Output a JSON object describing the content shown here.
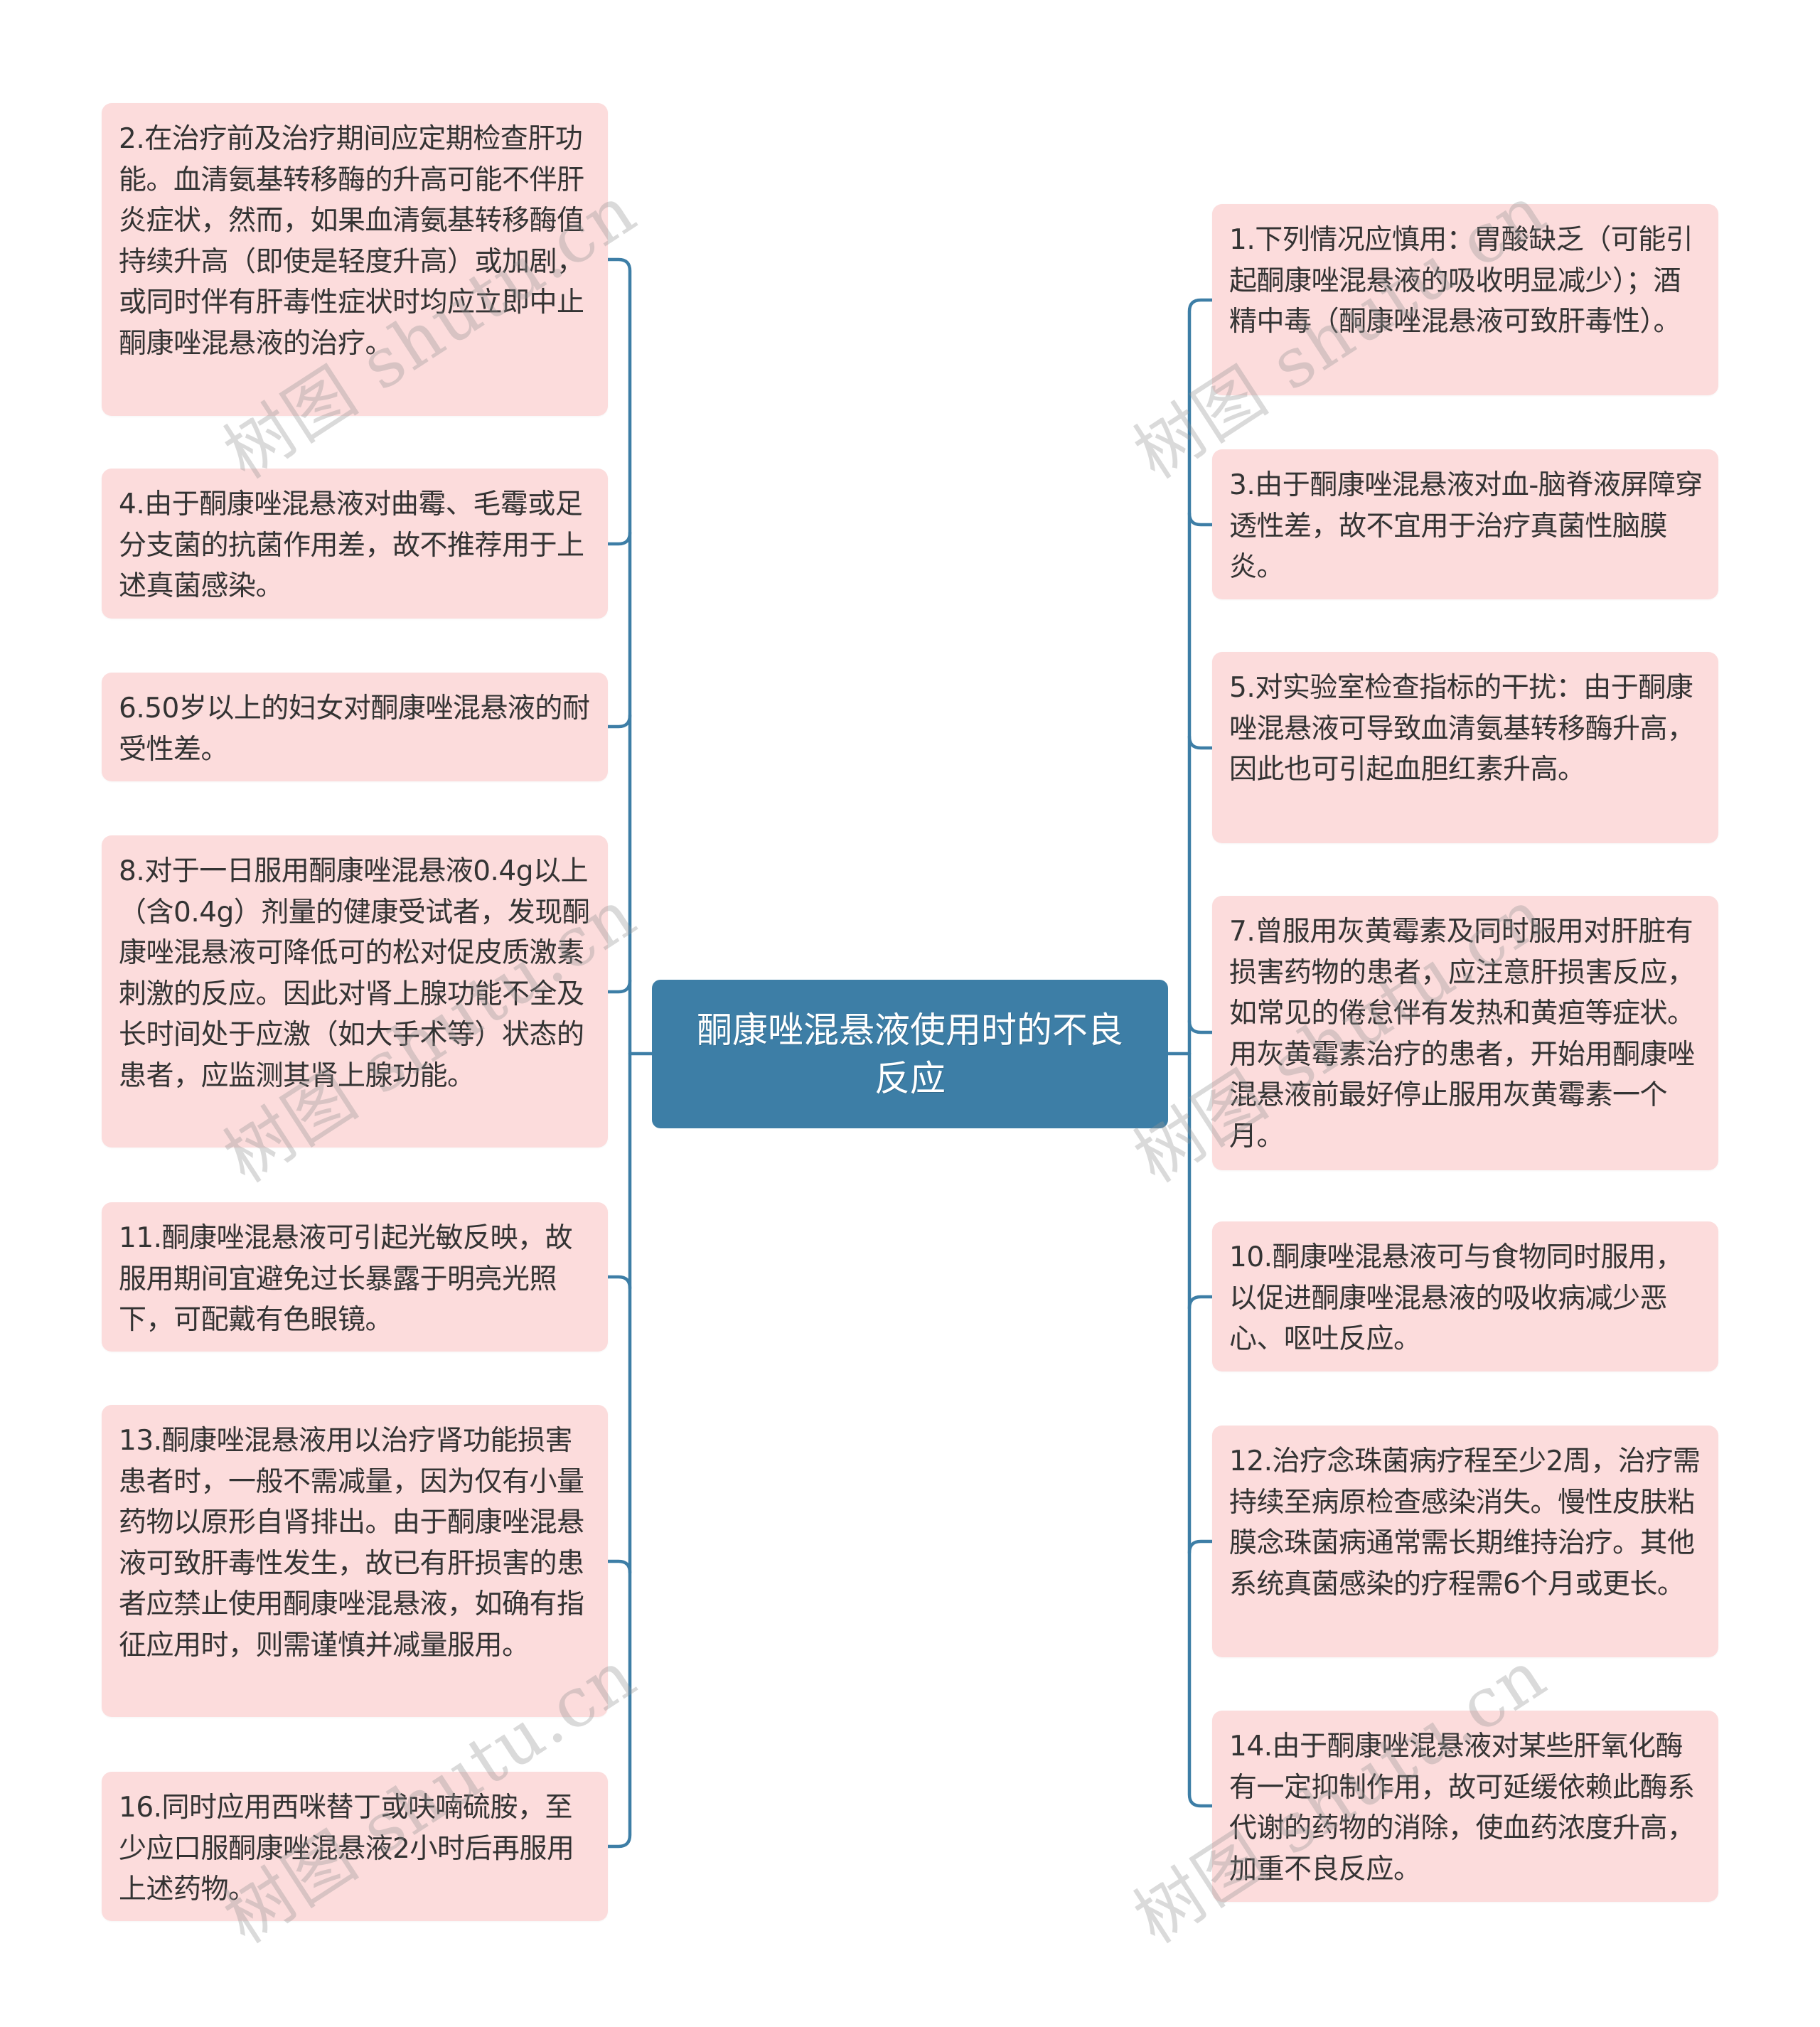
{
  "mindmap": {
    "root": {
      "label": "酮康唑混悬液使用时的不良反应",
      "color": "#3d7ea6",
      "text_color": "#ffffff"
    },
    "branch_color": "#3d7ea6",
    "node_color": "#fcdcdc",
    "left_nodes": [
      {
        "id": "2",
        "text": "2.在治疗前及治疗期间应定期检查肝功能。血清氨基转移酶的升高可能不伴肝炎症状，然而，如果血清氨基转移酶值持续升高（即使是轻度升高）或加剧，或同时伴有肝毒性症状时均应立即中止酮康唑混悬液的治疗。"
      },
      {
        "id": "4",
        "text": "4.由于酮康唑混悬液对曲霉、毛霉或足分支菌的抗菌作用差，故不推荐用于上述真菌感染。"
      },
      {
        "id": "6",
        "text": "6.50岁以上的妇女对酮康唑混悬液的耐受性差。"
      },
      {
        "id": "8",
        "text": "8.对于一日服用酮康唑混悬液0.4g以上（含0.4g）剂量的健康受试者，发现酮康唑混悬液可降低可的松对促皮质激素刺激的反应。因此对肾上腺功能不全及长时间处于应激（如大手术等）状态的患者，应监测其肾上腺功能。"
      },
      {
        "id": "11",
        "text": "11.酮康唑混悬液可引起光敏反映，故服用期间宜避免过长暴露于明亮光照下，可配戴有色眼镜。"
      },
      {
        "id": "13",
        "text": "13.酮康唑混悬液用以治疗肾功能损害患者时，一般不需减量，因为仅有小量药物以原形自肾排出。由于酮康唑混悬液可致肝毒性发生，故已有肝损害的患者应禁止使用酮康唑混悬液，如确有指征应用时，则需谨慎并减量服用。"
      },
      {
        "id": "16",
        "text": "16.同时应用西咪替丁或呋喃硫胺，至少应口服酮康唑混悬液2小时后再服用上述药物。"
      }
    ],
    "right_nodes": [
      {
        "id": "1",
        "text": "1.下列情况应慎用：胃酸缺乏（可能引起酮康唑混悬液的吸收明显减少）；酒精中毒（酮康唑混悬液可致肝毒性）。"
      },
      {
        "id": "3",
        "text": "3.由于酮康唑混悬液对血-脑脊液屏障穿透性差，故不宜用于治疗真菌性脑膜炎。"
      },
      {
        "id": "5",
        "text": "5.对实验室检查指标的干扰：由于酮康唑混悬液可导致血清氨基转移酶升高，因此也可引起血胆红素升高。"
      },
      {
        "id": "7",
        "text": "7.曾服用灰黄霉素及同时服用对肝脏有损害药物的患者，应注意肝损害反应，如常见的倦怠伴有发热和黄疸等症状。用灰黄霉素治疗的患者，开始用酮康唑混悬液前最好停止服用灰黄霉素一个月。"
      },
      {
        "id": "10",
        "text": "10.酮康唑混悬液可与食物同时服用，以促进酮康唑混悬液的吸收病减少恶心、呕吐反应。"
      },
      {
        "id": "12",
        "text": "12.治疗念珠菌病疗程至少2周，治疗需持续至病原检查感染消失。慢性皮肤粘膜念珠菌病通常需长期维持治疗。其他系统真菌感染的疗程需6个月或更长。"
      },
      {
        "id": "14",
        "text": "14.由于酮康唑混悬液对某些肝氧化酶有一定抑制作用，故可延缓依赖此酶系代谢的药物的消除，使血药浓度升高，加重不良反应。"
      }
    ]
  },
  "watermark": {
    "text": "树图 shutu.cn"
  }
}
